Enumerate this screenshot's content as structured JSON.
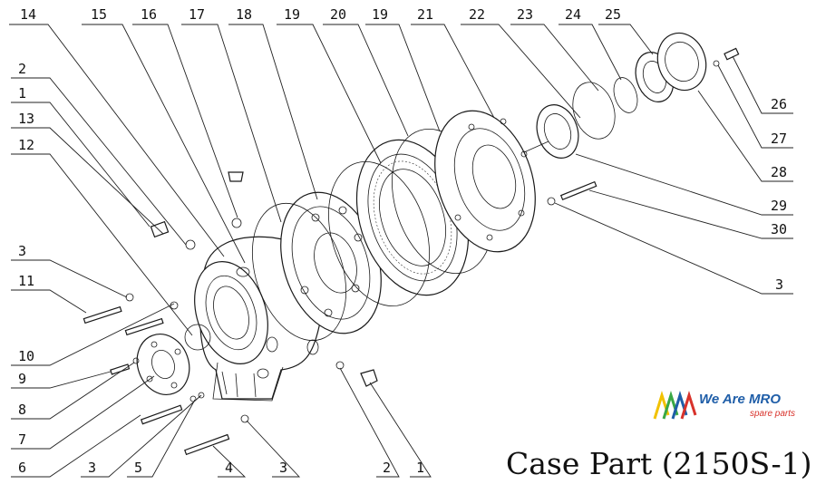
{
  "diagram": {
    "title": "Case Part (2150S-1)",
    "brand": {
      "name": "We Are MRO",
      "tagline": "spare parts",
      "colors": {
        "blue": "#1f5ea8",
        "red": "#d8322b",
        "yellow": "#f2c200",
        "green": "#3aa845"
      }
    },
    "callouts_top": [
      "14",
      "15",
      "16",
      "17",
      "18",
      "19",
      "20",
      "19",
      "21",
      "22",
      "23",
      "24",
      "25"
    ],
    "callouts_left": [
      "2",
      "1",
      "13",
      "12",
      "3",
      "11",
      "10",
      "9",
      "8",
      "7",
      "6"
    ],
    "callouts_bottom": [
      "3",
      "5",
      "4",
      "3",
      "2",
      "1"
    ],
    "callouts_right": [
      "26",
      "27",
      "28",
      "29",
      "30",
      "3"
    ]
  }
}
